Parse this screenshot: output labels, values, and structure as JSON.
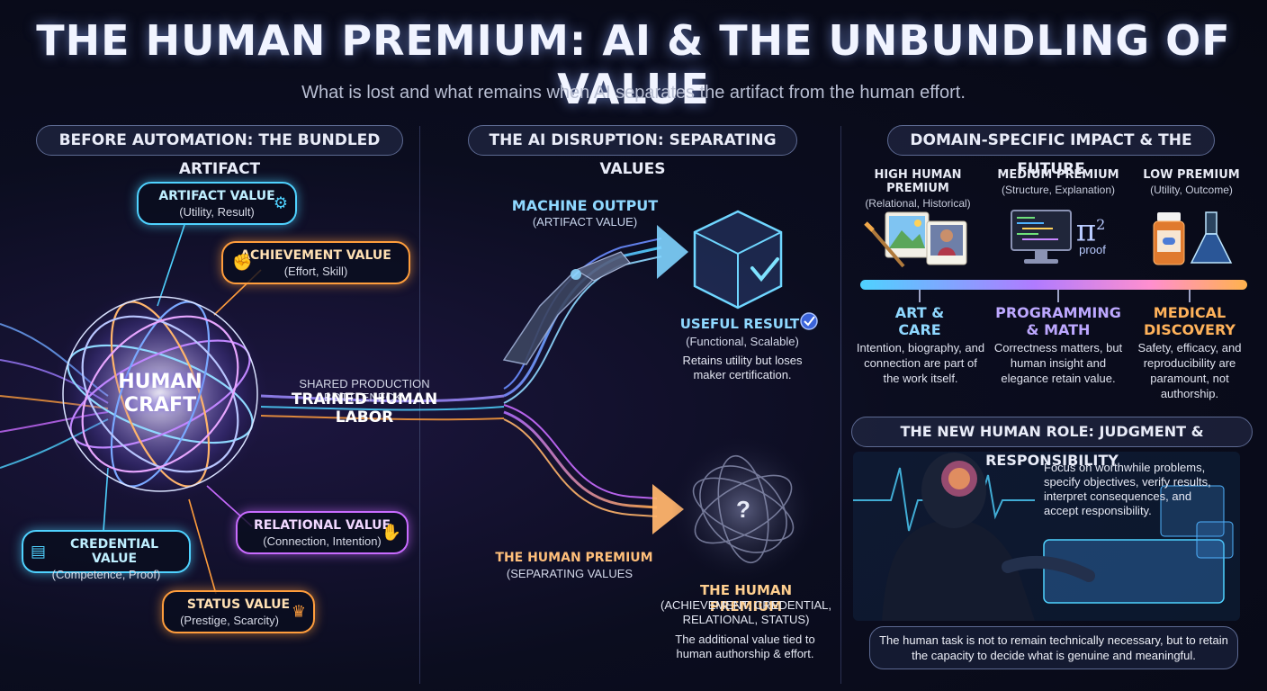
{
  "header": {
    "title": "THE HUMAN PREMIUM: AI & THE UNBUNDLING OF VALUE",
    "subtitle": "What is lost and what remains when AI separates the artifact from the human effort."
  },
  "sections": {
    "left": "BEFORE AUTOMATION: THE BUNDLED ARTIFACT",
    "middle": "THE AI DISRUPTION: SEPARATING VALUES",
    "right": "DOMAIN-SPECIFIC IMPACT & THE FUTURE"
  },
  "left": {
    "core_line1": "HUMAN",
    "core_line2": "CRAFT",
    "values": [
      {
        "title": "ARTIFACT VALUE",
        "sub": "(Utility, Result)",
        "icon": "gear-icon"
      },
      {
        "title": "ACHIEVEMENT VALUE",
        "sub": "(Effort, Skill)",
        "icon": "muscle-icon"
      },
      {
        "title": "RELATIONAL VALUE",
        "sub": "(Connection, Intention)",
        "icon": "handshake-icon"
      },
      {
        "title": "CREDENTIAL VALUE",
        "sub": "(Competence, Proof)",
        "icon": "certificate-icon"
      },
      {
        "title": "STATUS VALUE",
        "sub": "(Prestige, Scarcity)",
        "icon": "crown-icon"
      }
    ],
    "bottleneck_label": "SHARED PRODUCTION BOTTLENECK:",
    "bottleneck_value": "TRAINED HUMAN LABOR"
  },
  "middle": {
    "machine_title": "MACHINE OUTPUT",
    "machine_sub": "(ARTIFACT VALUE)",
    "result_title": "USEFUL RESULT",
    "result_sub": "(Functional, Scalable)",
    "result_desc": "Retains utility but loses maker certification.",
    "premium_label_title": "THE HUMAN PREMIUM",
    "premium_label_sub": "(SEPARATING VALUES",
    "premium_title": "THE HUMAN PREMIUM",
    "premium_sub": "(ACHIEVEMENT, CREDENTIAL, RELATIONAL, STATUS)",
    "premium_desc": "The additional value tied to human authorship & effort.",
    "question_mark": "?"
  },
  "right": {
    "tiers": [
      {
        "title": "HIGH HUMAN PREMIUM",
        "sub": "(Relational, Historical)"
      },
      {
        "title": "MEDIUM PREMIUM",
        "sub": "(Structure, Explanation)"
      },
      {
        "title": "LOW PREMIUM",
        "sub": "(Utility, Outcome)"
      }
    ],
    "pi_symbol": "π",
    "pi_exp": "2",
    "proof_word": "proof",
    "domains": [
      {
        "name1": "ART &",
        "name2": "CARE",
        "desc": "Intention, biography, and connection are part of the work itself.",
        "color": "#8fd8ff"
      },
      {
        "name1": "PROGRAMMING",
        "name2": "& MATH",
        "desc": "Correctness matters, but human insight and elegance retain value.",
        "color": "#bda8ff"
      },
      {
        "name1": "MEDICAL",
        "name2": "DISCOVERY",
        "desc": "Safety, efficacy, and reproducibility are paramount, not authorship.",
        "color": "#ffb25a"
      }
    ],
    "role_title": "THE NEW HUMAN ROLE: JUDGMENT & RESPONSIBILITY",
    "role_desc": "Focus on worthwhile problems, specify objectives, verify results, interpret consequences, and accept responsibility.",
    "conclusion": "The human task is not to remain technically necessary, but to retain the capacity to decide what is genuine and meaningful."
  }
}
